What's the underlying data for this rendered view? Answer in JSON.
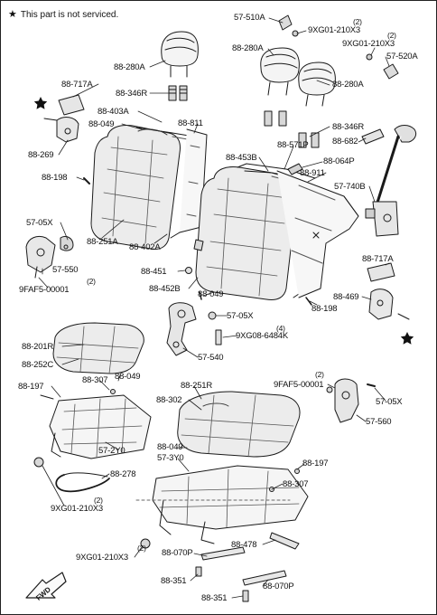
{
  "note": {
    "symbol": "★",
    "text": "This part is not serviced."
  },
  "direction": "FWD",
  "labels": [
    {
      "id": "l01",
      "text": "57-510A"
    },
    {
      "id": "l02",
      "text": "(2)"
    },
    {
      "id": "l03",
      "text": "9XG01-210X3"
    },
    {
      "id": "l04",
      "text": "(2)"
    },
    {
      "id": "l05",
      "text": "9XG01-210X3"
    },
    {
      "id": "l06",
      "text": "88-280A"
    },
    {
      "id": "l07",
      "text": "57-520A"
    },
    {
      "id": "l08",
      "text": "88-280A"
    },
    {
      "id": "l09",
      "text": "88-717A"
    },
    {
      "id": "l10",
      "text": "88-346R"
    },
    {
      "id": "l11",
      "text": "88-280A"
    },
    {
      "id": "l12",
      "text": "88-403A"
    },
    {
      "id": "l13",
      "text": "88-049"
    },
    {
      "id": "l14",
      "text": "88-811"
    },
    {
      "id": "l15",
      "text": "88-346R"
    },
    {
      "id": "l16",
      "text": "88-682"
    },
    {
      "id": "l17",
      "text": "88-571P"
    },
    {
      "id": "l18",
      "text": "88-269"
    },
    {
      "id": "l19",
      "text": "88-453B"
    },
    {
      "id": "l20",
      "text": "88-064P"
    },
    {
      "id": "l21",
      "text": "88-198"
    },
    {
      "id": "l22",
      "text": "88-911"
    },
    {
      "id": "l23",
      "text": "57-740B"
    },
    {
      "id": "l24",
      "text": "57-05X"
    },
    {
      "id": "l25",
      "text": "88-251A"
    },
    {
      "id": "l26",
      "text": "88-402A"
    },
    {
      "id": "l27",
      "text": "88-717A"
    },
    {
      "id": "l28",
      "text": "57-550"
    },
    {
      "id": "l29",
      "text": "88-451"
    },
    {
      "id": "l30",
      "text": "(2)"
    },
    {
      "id": "l31",
      "text": "9FAF5-00001"
    },
    {
      "id": "l32",
      "text": "88-452B"
    },
    {
      "id": "l33",
      "text": "88-049"
    },
    {
      "id": "l34",
      "text": "88-469"
    },
    {
      "id": "l35",
      "text": "88-198"
    },
    {
      "id": "l36",
      "text": "57-05X"
    },
    {
      "id": "l37",
      "text": "(4)"
    },
    {
      "id": "l38",
      "text": "9XG08-6484K"
    },
    {
      "id": "l39",
      "text": "88-201R"
    },
    {
      "id": "l40",
      "text": "57-540"
    },
    {
      "id": "l41",
      "text": "88-252C"
    },
    {
      "id": "l42",
      "text": "(2)"
    },
    {
      "id": "l43",
      "text": "9FAF5-00001"
    },
    {
      "id": "l44",
      "text": "88-251R"
    },
    {
      "id": "l45",
      "text": "88-307"
    },
    {
      "id": "l46",
      "text": "88-049"
    },
    {
      "id": "l47",
      "text": "88-197"
    },
    {
      "id": "l48",
      "text": "57-05X"
    },
    {
      "id": "l49",
      "text": "88-302"
    },
    {
      "id": "l50",
      "text": "57-560"
    },
    {
      "id": "l51",
      "text": "57-2Y0"
    },
    {
      "id": "l52",
      "text": "88-049"
    },
    {
      "id": "l53",
      "text": "57-3Y0"
    },
    {
      "id": "l54",
      "text": "88-197"
    },
    {
      "id": "l55",
      "text": "88-278"
    },
    {
      "id": "l56",
      "text": "88-307"
    },
    {
      "id": "l57",
      "text": "(2)"
    },
    {
      "id": "l58",
      "text": "9XG01-210X3"
    },
    {
      "id": "l59",
      "text": "88-478"
    },
    {
      "id": "l60",
      "text": "88-070P"
    },
    {
      "id": "l61",
      "text": "9XG01-210X3"
    },
    {
      "id": "l62",
      "text": "(2)"
    },
    {
      "id": "l63",
      "text": "88-351"
    },
    {
      "id": "l64",
      "text": "88-070P"
    },
    {
      "id": "l65",
      "text": "88-351"
    }
  ]
}
